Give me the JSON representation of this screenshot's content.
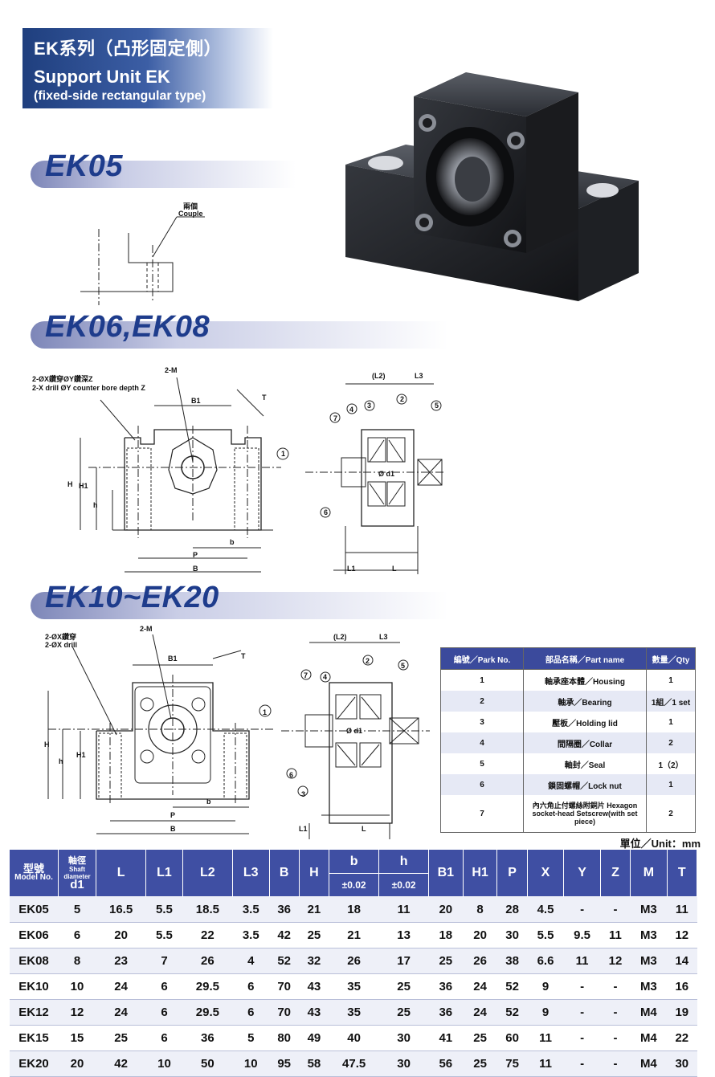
{
  "banner": {
    "title_zh": "EK系列（凸形固定側）",
    "title_en": "Support Unit EK",
    "subtitle": "(fixed-side rectangular type)"
  },
  "sections": {
    "ek05": "EK05",
    "ek06_08": "EK06,EK08",
    "ek10_20": "EK10~EK20"
  },
  "drawings": {
    "ek05": {
      "couple_zh": "兩個",
      "couple_en": "Couple"
    },
    "ek06": {
      "drill_zh": "2-ØX鑽穿ØY鑽深Z",
      "drill_en": "2-X drill ØY counter bore depth Z",
      "tap": "2-M",
      "b1": "B1",
      "t": "T",
      "h": "H",
      "h1": "H1",
      "hs": "h",
      "b": "b",
      "p": "P",
      "bb": "B",
      "l2": "(L2)",
      "l3": "L3",
      "l1": "L1",
      "l": "L",
      "d1": "Ø d1",
      "callouts": [
        "1",
        "2",
        "3",
        "4",
        "5",
        "6",
        "7"
      ]
    },
    "ek10": {
      "drill_zh": "2-ØX鑽穿",
      "drill_en": "2-ØX drill",
      "tap": "2-M",
      "b1": "B1",
      "t": "T",
      "h": "H",
      "h1": "H1",
      "hs": "h",
      "b": "b",
      "p": "P",
      "bb": "B",
      "l2": "(L2)",
      "l3": "L3",
      "l1": "L1",
      "l": "L",
      "d1": "Ø d1"
    }
  },
  "parts": {
    "headers": [
      "編號／Park No.",
      "部品名稱／Part name",
      "數量／Qty"
    ],
    "rows": [
      {
        "no": "1",
        "name": "軸承座本體／Housing",
        "qty": "1"
      },
      {
        "no": "2",
        "name": "軸承／Bearing",
        "qty": "1組／1 set"
      },
      {
        "no": "3",
        "name": "壓板／Holding lid",
        "qty": "1"
      },
      {
        "no": "4",
        "name": "間隔圈／Collar",
        "qty": "2"
      },
      {
        "no": "5",
        "name": "軸封／Seal",
        "qty": "1（2）"
      },
      {
        "no": "6",
        "name": "鎖固螺帽／Lock nut",
        "qty": "1"
      },
      {
        "no": "7",
        "name": "內六角止付螺絲附銅片 Hexagon socket-head Setscrew(with set piece)",
        "qty": "2"
      }
    ]
  },
  "unit": "單位／Unit：mm",
  "spec": {
    "model_zh": "型號",
    "model_en": "Model No.",
    "shaft_zh": "軸徑",
    "shaft_en": "Shaft diameter",
    "shaft_sym": "d1",
    "cols": [
      "L",
      "L1",
      "L2",
      "L3",
      "B",
      "H",
      "b",
      "h",
      "B1",
      "H1",
      "P",
      "X",
      "Y",
      "Z",
      "M",
      "T"
    ],
    "tol_b": "±0.02",
    "tol_h": "±0.02",
    "rows": [
      [
        "EK05",
        "5",
        "16.5",
        "5.5",
        "18.5",
        "3.5",
        "36",
        "21",
        "18",
        "11",
        "20",
        "8",
        "28",
        "4.5",
        "-",
        "-",
        "M3",
        "11"
      ],
      [
        "EK06",
        "6",
        "20",
        "5.5",
        "22",
        "3.5",
        "42",
        "25",
        "21",
        "13",
        "18",
        "20",
        "30",
        "5.5",
        "9.5",
        "11",
        "M3",
        "12"
      ],
      [
        "EK08",
        "8",
        "23",
        "7",
        "26",
        "4",
        "52",
        "32",
        "26",
        "17",
        "25",
        "26",
        "38",
        "6.6",
        "11",
        "12",
        "M3",
        "14"
      ],
      [
        "EK10",
        "10",
        "24",
        "6",
        "29.5",
        "6",
        "70",
        "43",
        "35",
        "25",
        "36",
        "24",
        "52",
        "9",
        "-",
        "-",
        "M3",
        "16"
      ],
      [
        "EK12",
        "12",
        "24",
        "6",
        "29.5",
        "6",
        "70",
        "43",
        "35",
        "25",
        "36",
        "24",
        "52",
        "9",
        "-",
        "-",
        "M4",
        "19"
      ],
      [
        "EK15",
        "15",
        "25",
        "6",
        "36",
        "5",
        "80",
        "49",
        "40",
        "30",
        "41",
        "25",
        "60",
        "11",
        "-",
        "-",
        "M4",
        "22"
      ],
      [
        "EK20",
        "20",
        "42",
        "10",
        "50",
        "10",
        "95",
        "58",
        "47.5",
        "30",
        "56",
        "25",
        "75",
        "11",
        "-",
        "-",
        "M4",
        "30"
      ]
    ]
  }
}
